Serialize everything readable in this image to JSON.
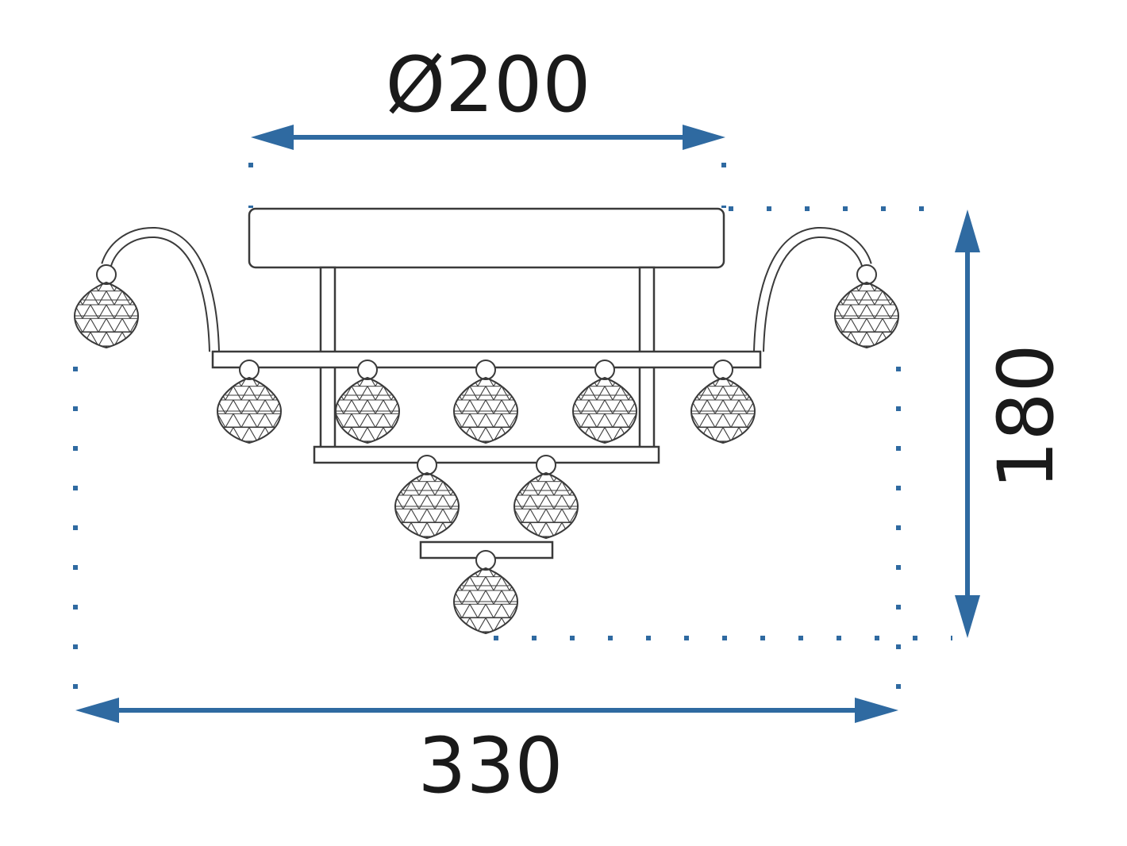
{
  "dimensions": {
    "diameter_label": "Ø200",
    "width_label": "330",
    "height_label": "180"
  },
  "colors": {
    "dimension_line": "#2f6aa1",
    "outline": "#3a3a3a",
    "background": "#ffffff",
    "text": "#1a1a1a"
  },
  "crystals": {
    "count": 10
  }
}
